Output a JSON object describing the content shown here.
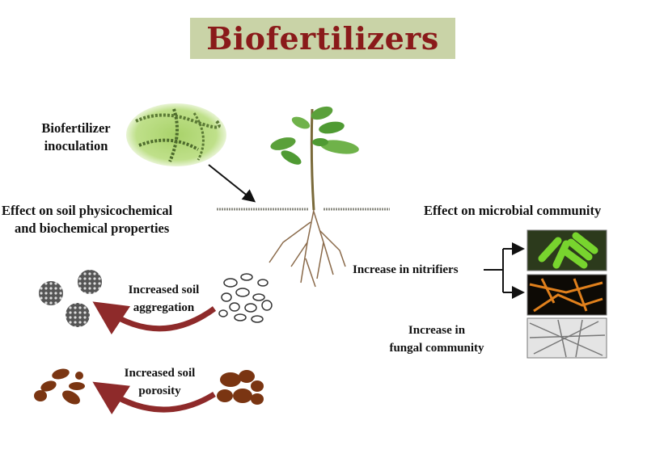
{
  "title": "Biofertilizers",
  "labels": {
    "inoculation": [
      "Biofertilizer",
      "inoculation"
    ],
    "soil_effect": [
      "Effect on soil physicochemical",
      "and biochemical properties"
    ],
    "microbial_effect": "Effect on microbial community",
    "aggregation": [
      "Increased soil",
      "aggregation"
    ],
    "porosity": [
      "Increased soil",
      "porosity"
    ],
    "nitrifiers": "Increase in nitrifiers",
    "fungal": [
      "Increase in",
      "fungal community"
    ]
  },
  "colors": {
    "title_bg": "#c9d3a7",
    "title_text": "#8a1a1a",
    "arc_arrow": "#8e2a2a",
    "soil_particle": "#7a3512",
    "bacteria": "#6fcf2a"
  }
}
